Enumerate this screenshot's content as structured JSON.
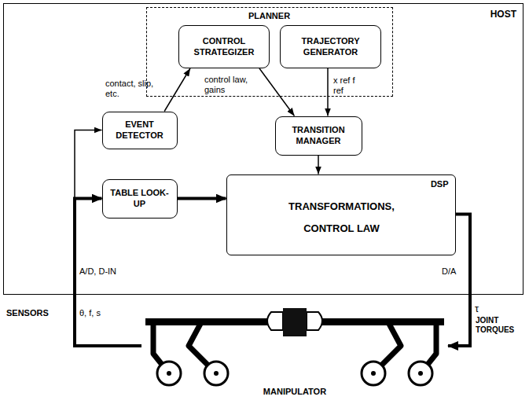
{
  "diagram": {
    "nodes": [
      {
        "text": [
          "HOST"
        ]
      },
      {
        "text": [
          "PLANNER"
        ],
        "in": 0
      },
      {
        "text": [
          "CONTROL STRATEGIZER"
        ],
        "in": 1
      },
      {
        "text": [
          "TRAJECTORY GENERATOR"
        ],
        "in": 1
      },
      {
        "text": [
          "EVENT DETECTOR"
        ],
        "in": 0
      },
      {
        "text": [
          "TRANSITION MANAGER"
        ],
        "in": 0
      },
      {
        "text": [
          "TABLE LOOK-UP"
        ],
        "in": 0
      },
      {
        "text": [
          "DSP",
          "TRANSFORMATIONS, CONTROL LAW"
        ],
        "in": 0
      },
      {
        "text": [
          "MANIPULATOR"
        ]
      }
    ],
    "edges": [
      {
        "from": 4,
        "to": 2,
        "label": "contact, slip, etc.",
        "arrow": "to"
      },
      {
        "from": 2,
        "to": 5,
        "label": "control law, gains",
        "arrow": "to"
      },
      {
        "from": 3,
        "to": 5,
        "label": "x ref f ref",
        "arrow": "to"
      },
      {
        "from": 5,
        "to": 7,
        "arrow": "to"
      },
      {
        "from": 6,
        "to": 7,
        "arrow": "to"
      },
      {
        "from": 8,
        "to": 4,
        "arrow": "to"
      },
      {
        "from": 8,
        "to": 6,
        "arrow": "to"
      },
      {
        "from": 7,
        "to": 8,
        "arrow": "to"
      }
    ],
    "labels": [
      "A/D, D-IN",
      "D/A",
      "SENSORS",
      "θ, f, s",
      "τ",
      "JOINT TORQUES"
    ]
  }
}
